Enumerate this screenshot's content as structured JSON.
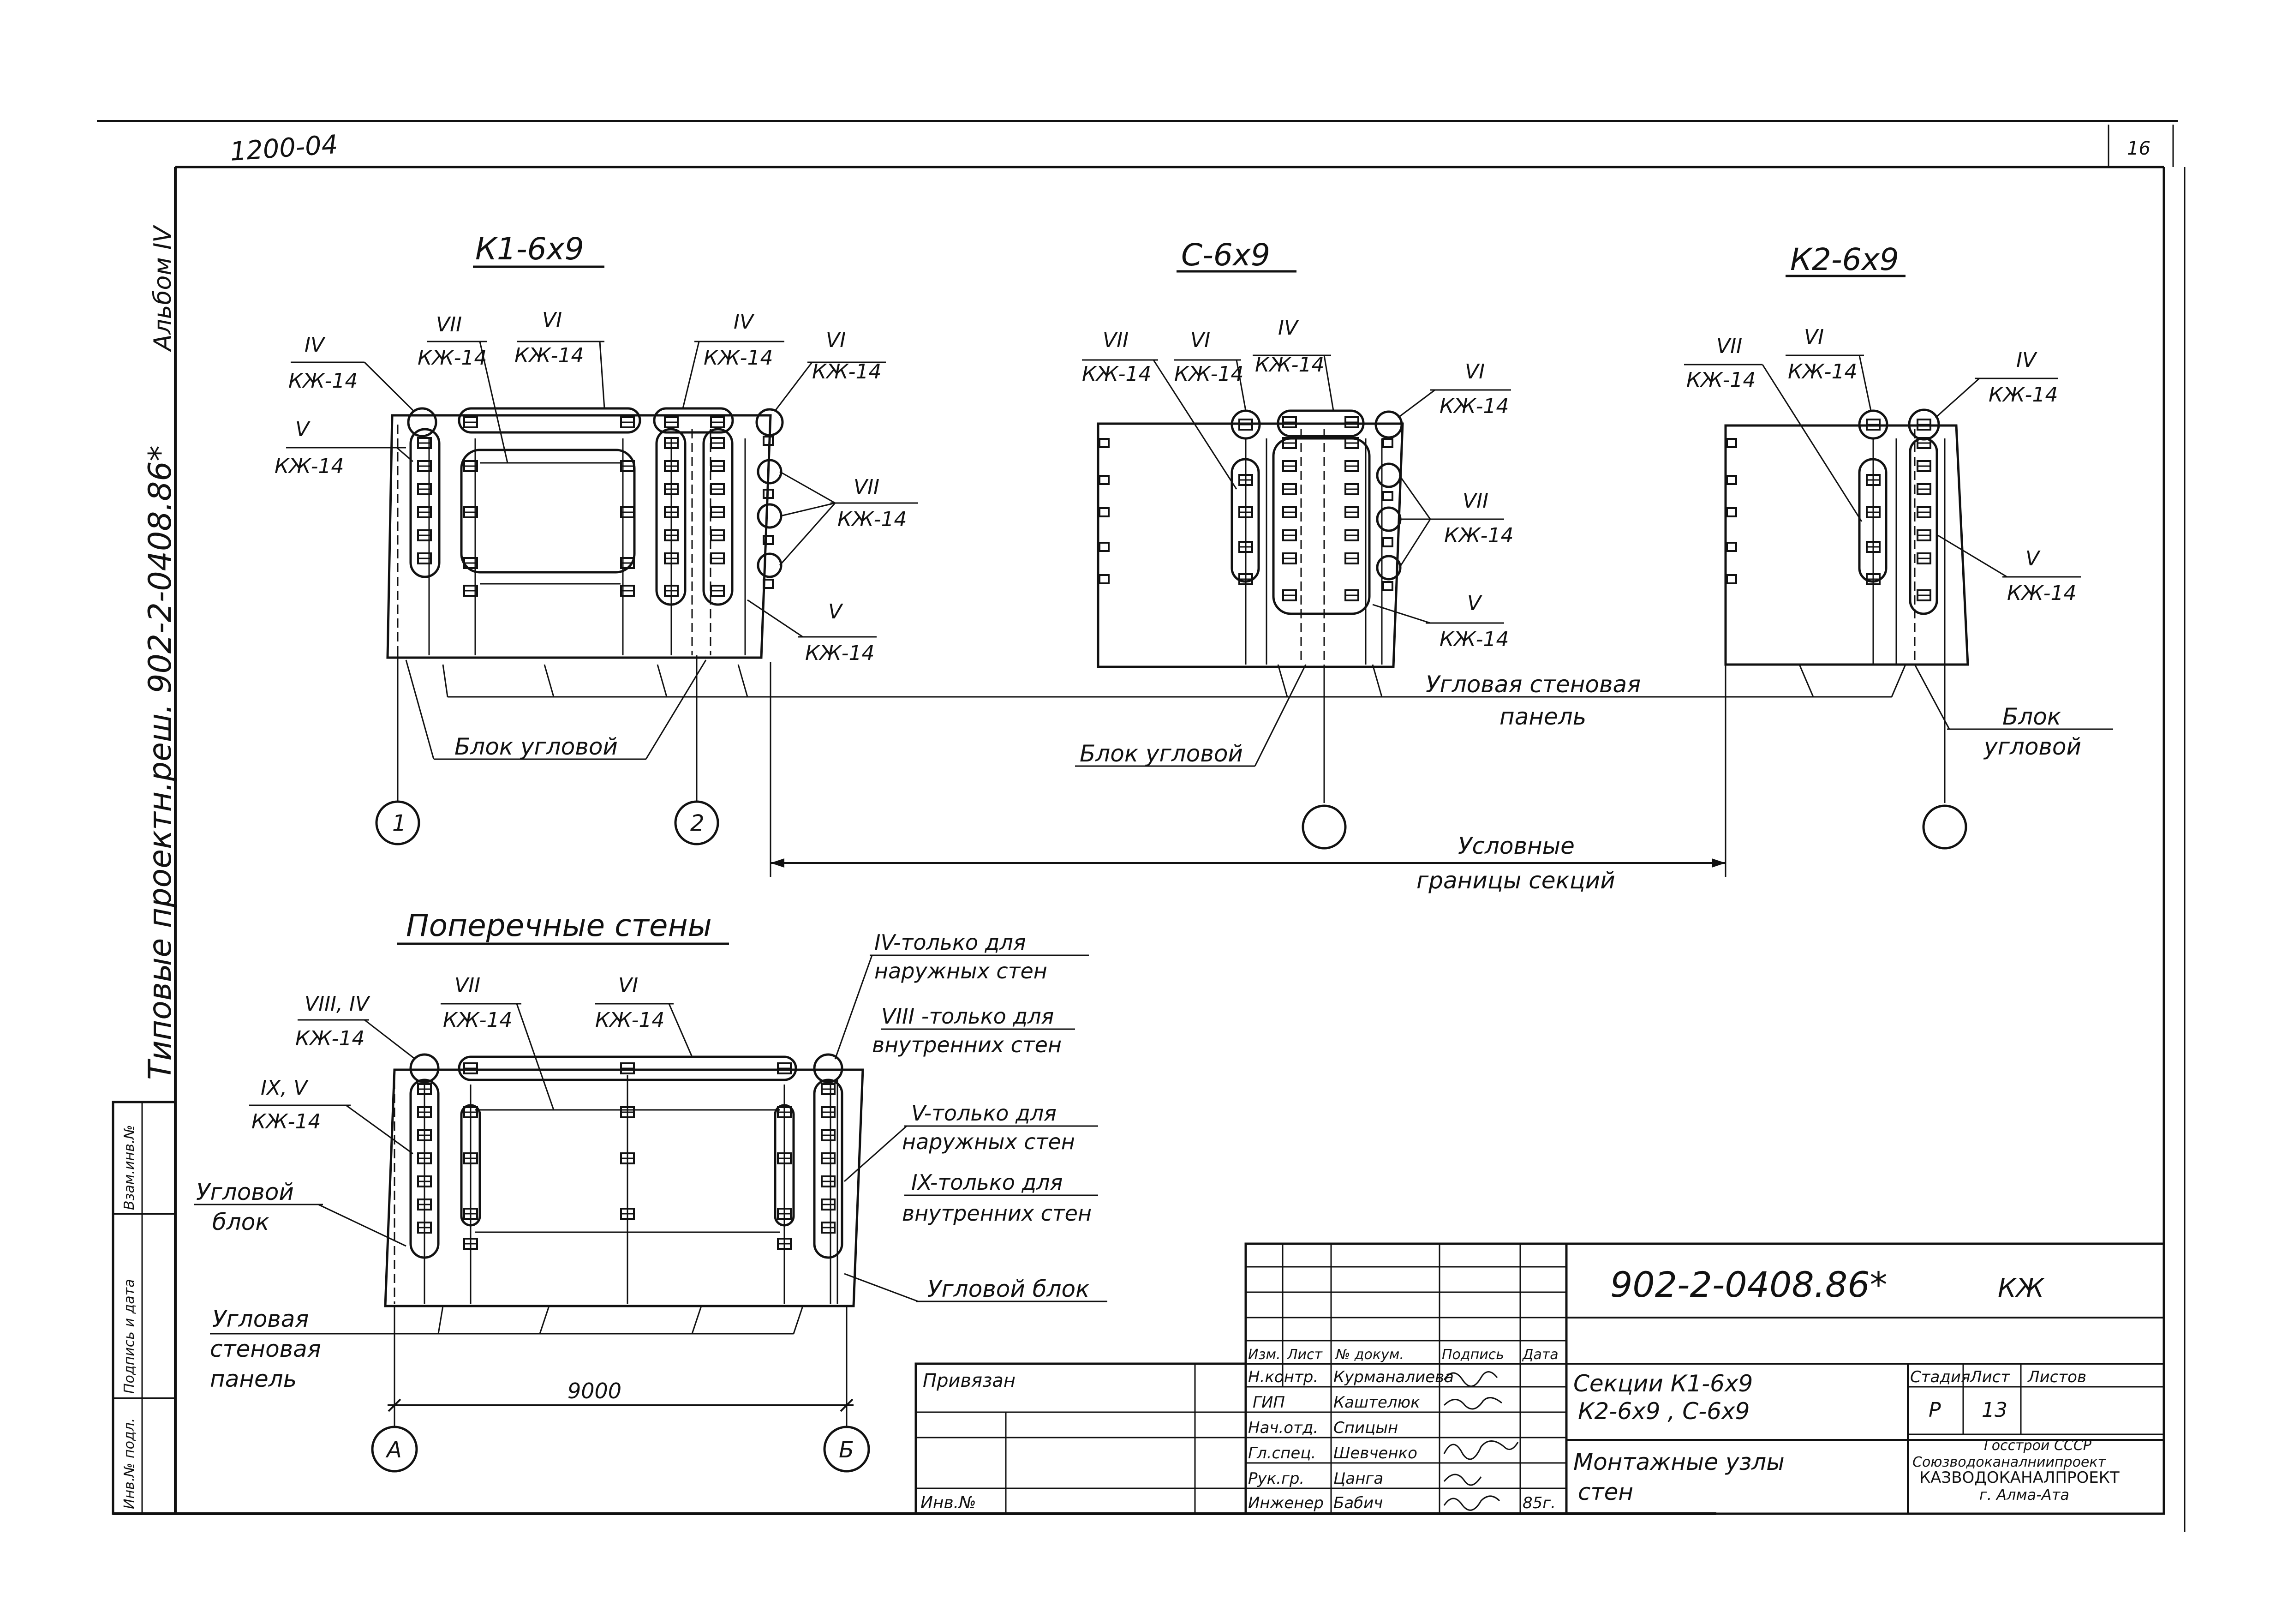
{
  "sheet": {
    "code_top": "1200-04",
    "page_number": "16",
    "album": "Альбом IV",
    "side_title": "Типовые проектн.реш. 902-2-0408.86*"
  },
  "left_strip": [
    "Инв.№ подл.",
    "Подпись и дата",
    "Взам.инв.№"
  ],
  "sections": {
    "k1": {
      "title": "К1-6х9",
      "labels": [
        {
          "num": "IV",
          "text": "КЖ-14"
        },
        {
          "num": "VII",
          "text": "КЖ-14"
        },
        {
          "num": "VI",
          "text": "КЖ-14"
        },
        {
          "num": "IV",
          "text": "КЖ-14"
        },
        {
          "num": "VI",
          "text": "КЖ-14"
        },
        {
          "num": "V",
          "text": "КЖ-14"
        },
        {
          "num": "VII",
          "text": "КЖ-14"
        },
        {
          "num": "V",
          "text": "КЖ-14"
        }
      ],
      "corner_block": "Блок угловой",
      "axes": [
        "1",
        "2"
      ]
    },
    "c": {
      "title": "С-6х9",
      "labels": [
        {
          "num": "VII",
          "text": "КЖ-14"
        },
        {
          "num": "VI",
          "text": "КЖ-14"
        },
        {
          "num": "IV",
          "text": "КЖ-14"
        },
        {
          "num": "VI",
          "text": "КЖ-14"
        },
        {
          "num": "VII",
          "text": "КЖ-14"
        },
        {
          "num": "V",
          "text": "КЖ-14"
        }
      ],
      "corner_block": "Блок угловой",
      "corner_panel_1": "Угловая стеновая",
      "corner_panel_2": "панель"
    },
    "k2": {
      "title": "К2-6х9",
      "labels": [
        {
          "num": "VII",
          "text": "КЖ-14"
        },
        {
          "num": "VI",
          "text": "КЖ-14"
        },
        {
          "num": "IV",
          "text": "КЖ-14"
        },
        {
          "num": "V",
          "text": "КЖ-14"
        }
      ],
      "corner_block_1": "Блок",
      "corner_block_2": "угловой"
    },
    "boundaries_1": "Условные",
    "boundaries_2": "границы секций"
  },
  "cross": {
    "title": "Поперечные стены",
    "labels": [
      {
        "num": "VIII, IV",
        "text": "КЖ-14"
      },
      {
        "num": "VII",
        "text": "КЖ-14"
      },
      {
        "num": "VI",
        "text": "КЖ-14"
      },
      {
        "num": "IX, V",
        "text": "КЖ-14"
      }
    ],
    "notes": [
      [
        "IV-только для",
        "наружных стен"
      ],
      [
        "VIII -только для",
        "внутренних стен"
      ],
      [
        "V-только для",
        "наружных стен"
      ],
      [
        "IX-только для",
        "внутренних стен"
      ]
    ],
    "corner_block_left_1": "Угловой",
    "corner_block_left_2": "блок",
    "corner_block_right": "Угловой блок",
    "corner_panel": [
      "Угловая",
      "стеновая",
      "панель"
    ],
    "dimension": "9000",
    "axes": [
      "А",
      "Б"
    ]
  },
  "stamp": {
    "doc_code": "902-2-0408.86*",
    "mark": "КЖ",
    "privyazan": "Привязан",
    "inv": "Инв.№",
    "header": [
      "Изм.",
      "Лист",
      "№ докум.",
      "Подпись",
      "Дата"
    ],
    "roles": [
      "Н.контр.",
      "ГИП",
      "Нач.отд.",
      "Гл.спец.",
      "Рук.гр.",
      "Инженер"
    ],
    "names": [
      "Курманалиева",
      "Каштелюк",
      "Спицын",
      "Шевченко",
      "Цанга",
      "Бабич"
    ],
    "year": "85г.",
    "title_1": "Секции К1-6х9",
    "title_2": "К2-6х9 , С-6х9",
    "subtitle_1": "Монтажные узлы",
    "subtitle_2": "стен",
    "stage_label": "Стадия",
    "sheet_label": "Лист",
    "sheets_label": "Листов",
    "stage": "Р",
    "sheet_no": "13",
    "org_1": "Госстрой СССР",
    "org_2": "Союзводоканалниипроект",
    "org_3": "КАЗВОДОКАНАЛПРОЕКТ",
    "org_4": "г. Алма-Ата"
  }
}
